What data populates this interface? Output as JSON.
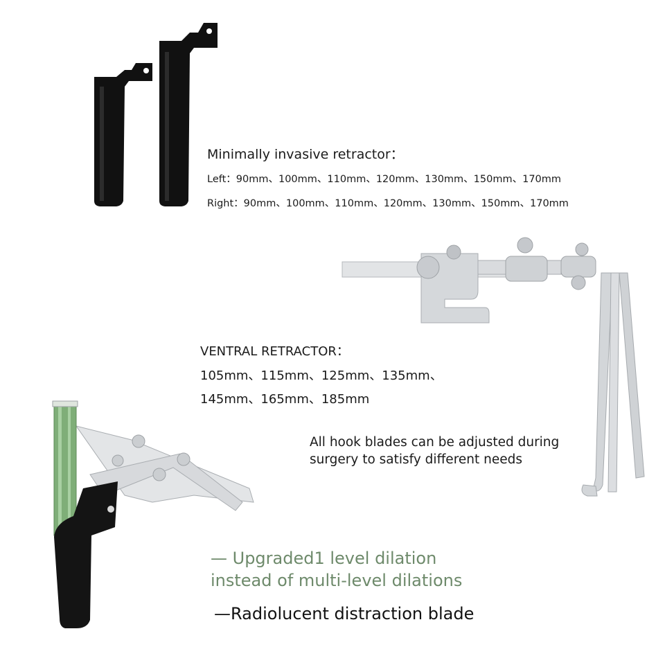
{
  "minimally_invasive": {
    "title": "Minimally invasive retractor：",
    "left_line": "Left：90mm、100mm、110mm、120mm、130mm、150mm、170mm",
    "right_line": "Right：90mm、100mm、110mm、120mm、130mm、150mm、170mm"
  },
  "ventral": {
    "title": "VENTRAL RETRACTOR：",
    "sizes_line1": "105mm、115mm、125mm、135mm、",
    "sizes_line2": "145mm、165mm、185mm"
  },
  "hook_note": {
    "line1": "All hook blades can be adjusted during",
    "line2": "surgery to satisfy different needs"
  },
  "dilation_note": {
    "line1": "— Upgraded1 level dilation",
    "line2": "instead of multi-level dilations"
  },
  "blade_note": {
    "text": "—Radiolucent distraction blade"
  },
  "colors": {
    "text_dark": "#1a1a1a",
    "accent_green": "#6e8a6b",
    "blade_black": "#111111",
    "metal_silver": "#c9ccd0"
  }
}
